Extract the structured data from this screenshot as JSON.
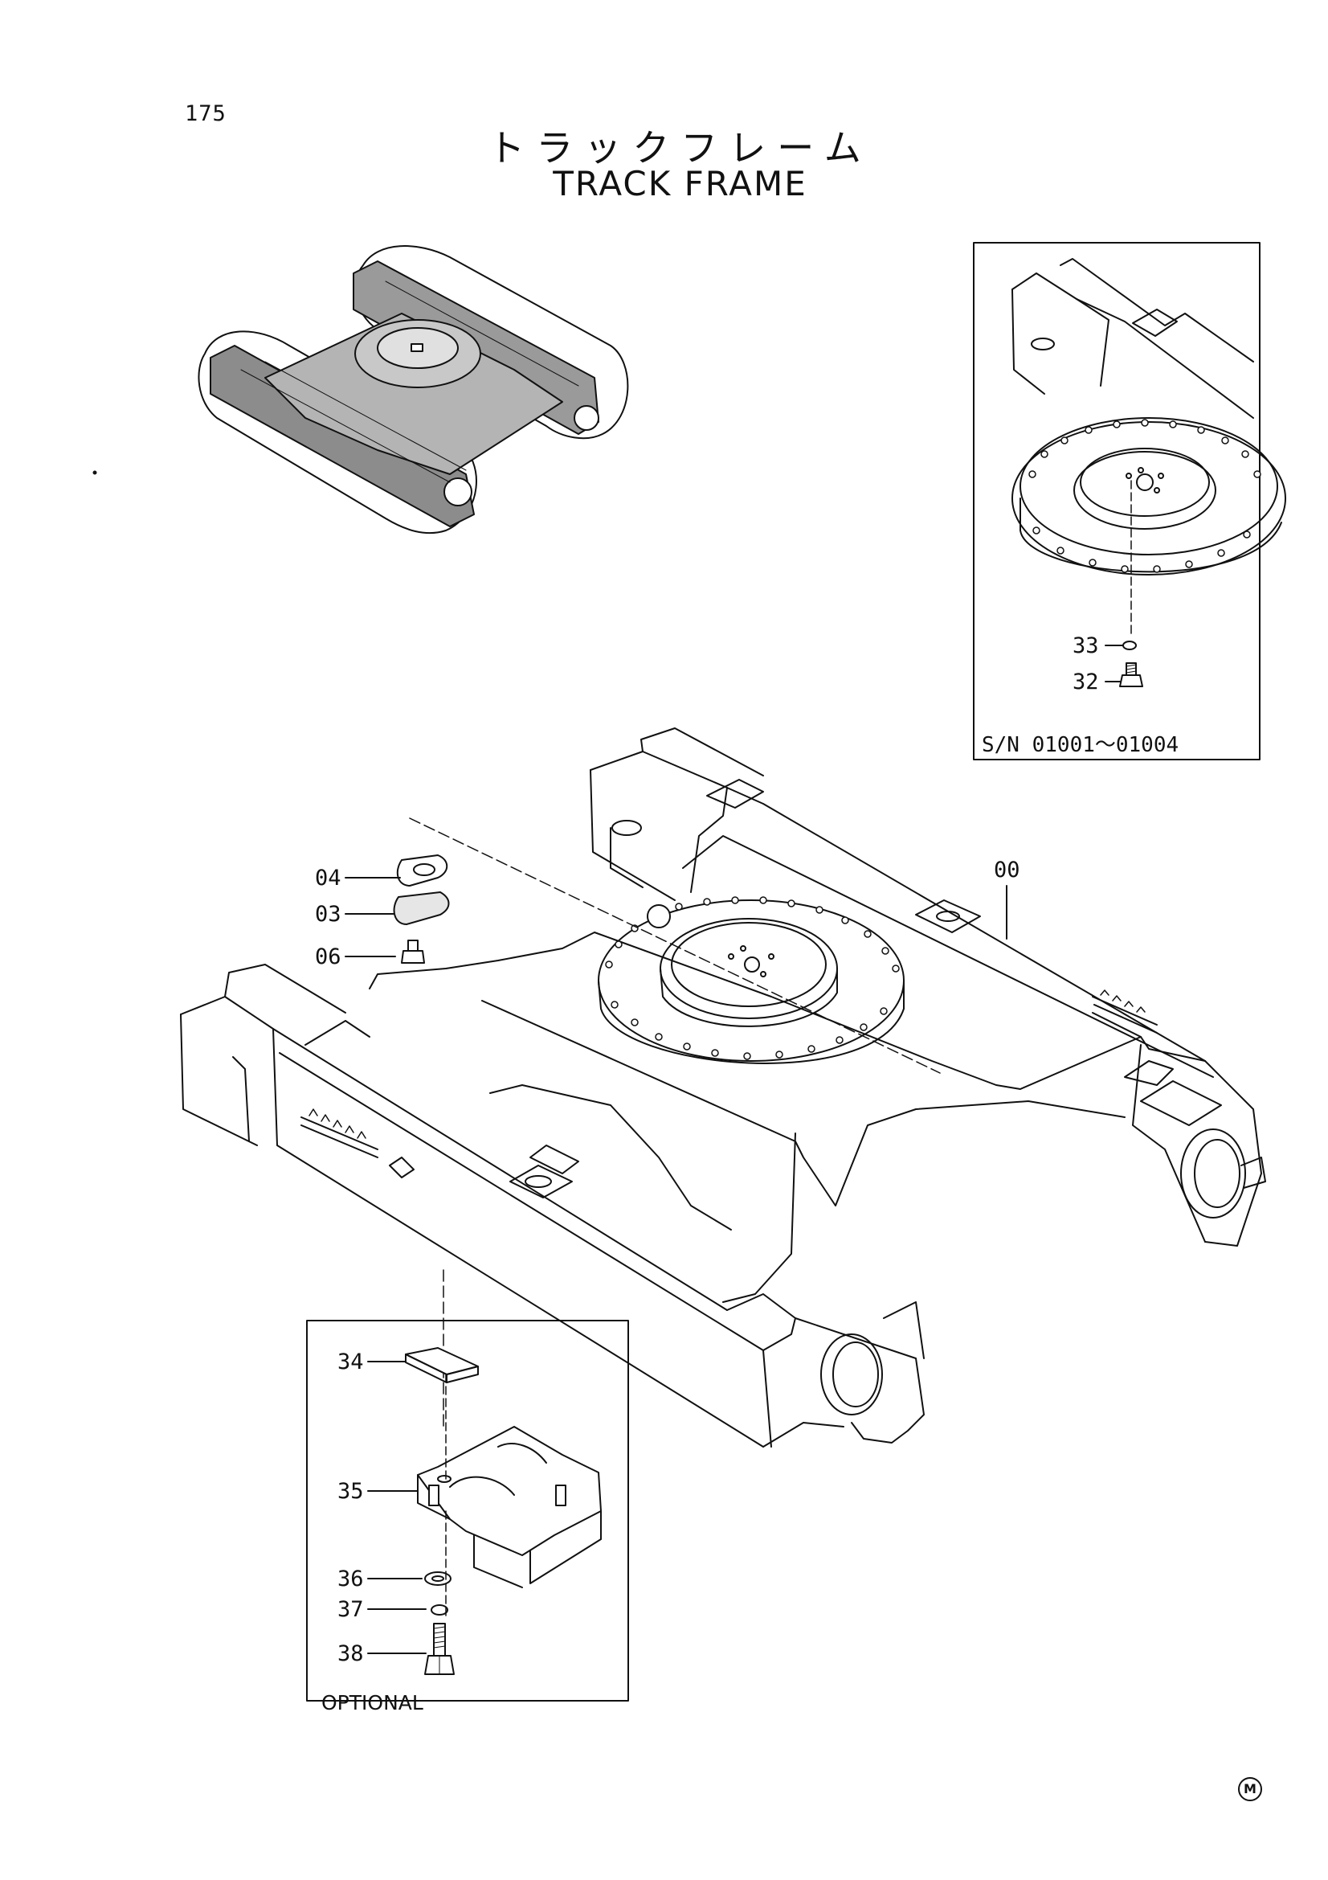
{
  "header": {
    "page_number": "175",
    "title_jp": "トラックフレーム",
    "title_en": "TRACK FRAME"
  },
  "inset_serial": {
    "serial_label": "S/N 01001～01004",
    "callouts": [
      "33",
      "32"
    ]
  },
  "main_callouts": [
    "04",
    "03",
    "06",
    "00"
  ],
  "optional_inset": {
    "label": "OPTIONAL",
    "callouts": [
      "34",
      "35",
      "36",
      "37",
      "38"
    ]
  },
  "footer": {
    "mark": "M"
  }
}
